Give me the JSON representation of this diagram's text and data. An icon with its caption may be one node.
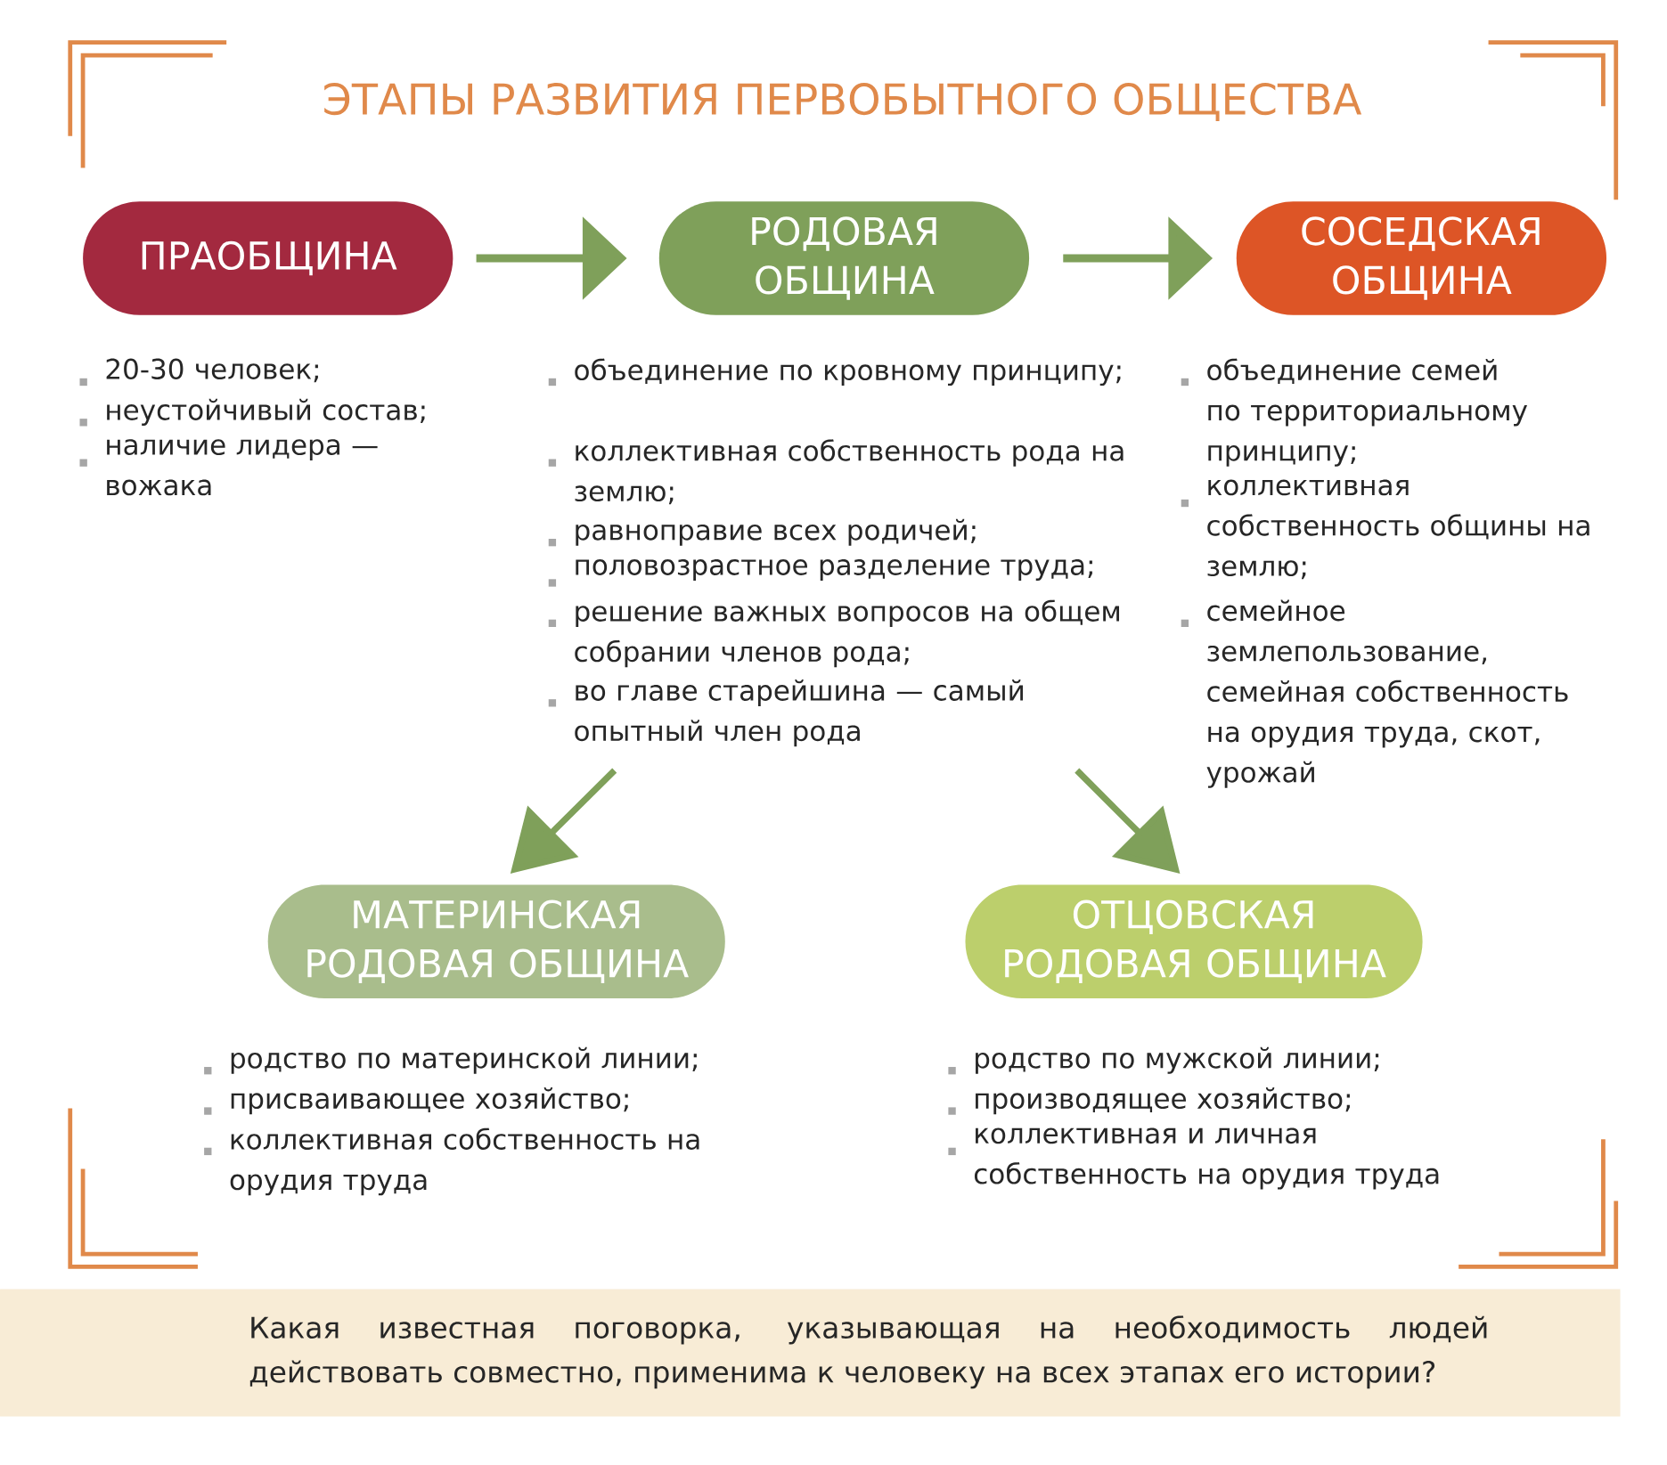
{
  "diagram": {
    "title": "ЭТАПЫ РАЗВИТИЯ ПЕРВОБЫТНОГО ОБЩЕСТВА",
    "nodes": [
      {
        "text": [
          "ПРАОБЩИНА"
        ],
        "beside": [
          "20-30 человек;",
          "неустойчивый состав;",
          "наличие лидера — вожака"
        ]
      },
      {
        "text": [
          "РОДОВАЯ ОБЩИНА"
        ],
        "beside": [
          "объединение по кровному принципу;",
          "коллективная собственность рода на землю;",
          "равноправие всех родичей;",
          "половозрастное разделение труда;",
          "решение важных вопросов на общем собрании членов рода;",
          "во главе старейшина — самый опытный член рода"
        ]
      },
      {
        "text": [
          "СОСЕДСКАЯ ОБЩИНА"
        ],
        "beside": [
          "объединение семей по территориальному принципу;",
          "коллективная собственность общины на землю;",
          "семейное землепользование, семейная собственность на орудия труда, скот, урожай"
        ]
      },
      {
        "text": [
          "МАТЕРИНСКАЯ РОДОВАЯ ОБЩИНА"
        ],
        "beside": [
          "родство по материнской линии;",
          "присваивающее хозяйство;",
          "коллективная собственность на орудия труда"
        ]
      },
      {
        "text": [
          "ОТЦОВСКАЯ РОДОВАЯ ОБЩИНА"
        ],
        "beside": [
          "родство по мужской линии;",
          "производящее хозяйство;",
          "коллективная и личная собственность на орудия труда"
        ]
      }
    ],
    "edges": [
      {
        "from": 0,
        "to": 1,
        "arrow": "to"
      },
      {
        "from": 1,
        "to": 2,
        "arrow": "to"
      },
      {
        "from": 1,
        "to": 3,
        "arrow": "to"
      },
      {
        "from": 1,
        "to": 4,
        "arrow": "to"
      }
    ],
    "labels": [
      "Какая известная поговорка, указывающая на необходимость людей действовать совместно, применима к человеку на всех этапах его истории?"
    ]
  }
}
